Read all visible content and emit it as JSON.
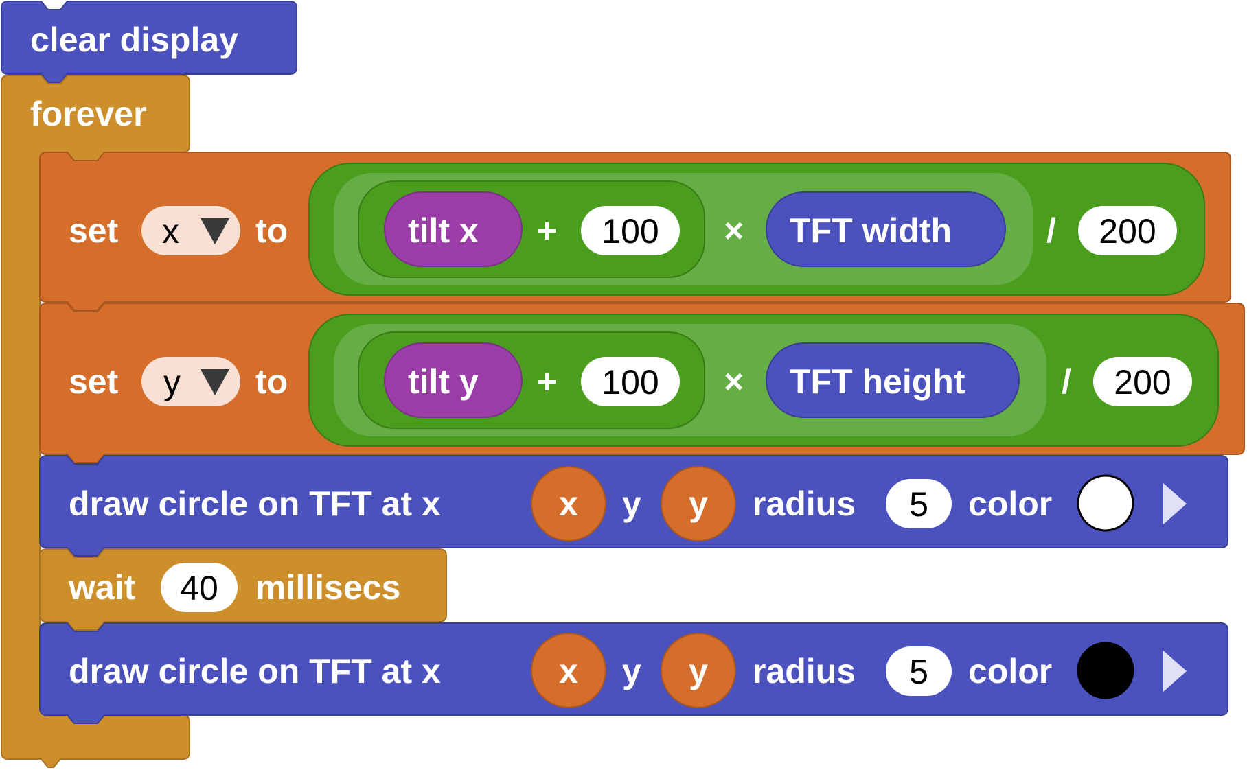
{
  "colors": {
    "control": "#cd8f2b",
    "variables": "#d46e2a",
    "operators": "#4a9d1d",
    "operators_inner": "#65ad45",
    "display": "#4b52bd",
    "sensing": "#9b3ea8",
    "var_dropdown": "#f8e1d4",
    "white": "#ffffff",
    "black": "#000000"
  },
  "script": {
    "clear_display": {
      "label": "clear display"
    },
    "forever": {
      "label": "forever"
    },
    "set_x": {
      "set_label": "set",
      "var": "x",
      "to_label": "to",
      "tilt_label": "tilt x",
      "plus": "+",
      "add_value": "100",
      "times": "×",
      "size_label": "TFT width",
      "divide": "/",
      "div_value": "200"
    },
    "set_y": {
      "set_label": "set",
      "var": "y",
      "to_label": "to",
      "tilt_label": "tilt y",
      "plus": "+",
      "add_value": "100",
      "times": "×",
      "size_label": "TFT height",
      "divide": "/",
      "div_value": "200"
    },
    "draw_white": {
      "label": "draw circle on TFT at x",
      "x_var": "x",
      "y_label": "y",
      "y_var": "y",
      "radius_label": "radius",
      "radius": "5",
      "color_label": "color",
      "swatch": "#ffffff"
    },
    "wait": {
      "label": "wait",
      "value": "40",
      "unit": "millisecs"
    },
    "draw_black": {
      "label": "draw circle on TFT at x",
      "x_var": "x",
      "y_label": "y",
      "y_var": "y",
      "radius_label": "radius",
      "radius": "5",
      "color_label": "color",
      "swatch": "#000000"
    }
  }
}
